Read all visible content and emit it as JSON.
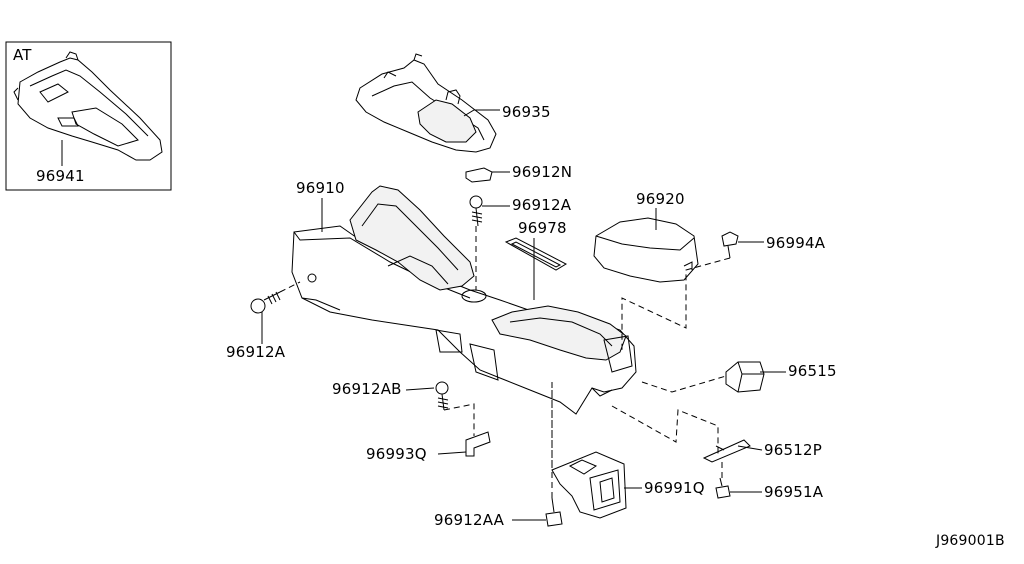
{
  "diagram": {
    "inset_tag": "AT",
    "reference_code": "J969001B",
    "parts": {
      "p96941": "96941",
      "p96935": "96935",
      "p96912N": "96912N",
      "p96912A_top": "96912A",
      "p96910": "96910",
      "p96978": "96978",
      "p96920": "96920",
      "p96994A": "96994A",
      "p96912A_left": "96912A",
      "p96515": "96515",
      "p96912AB": "96912AB",
      "p96512P": "96512P",
      "p96993Q": "96993Q",
      "p96991Q": "96991Q",
      "p96951A": "96951A",
      "p96912AA": "96912AA"
    }
  }
}
